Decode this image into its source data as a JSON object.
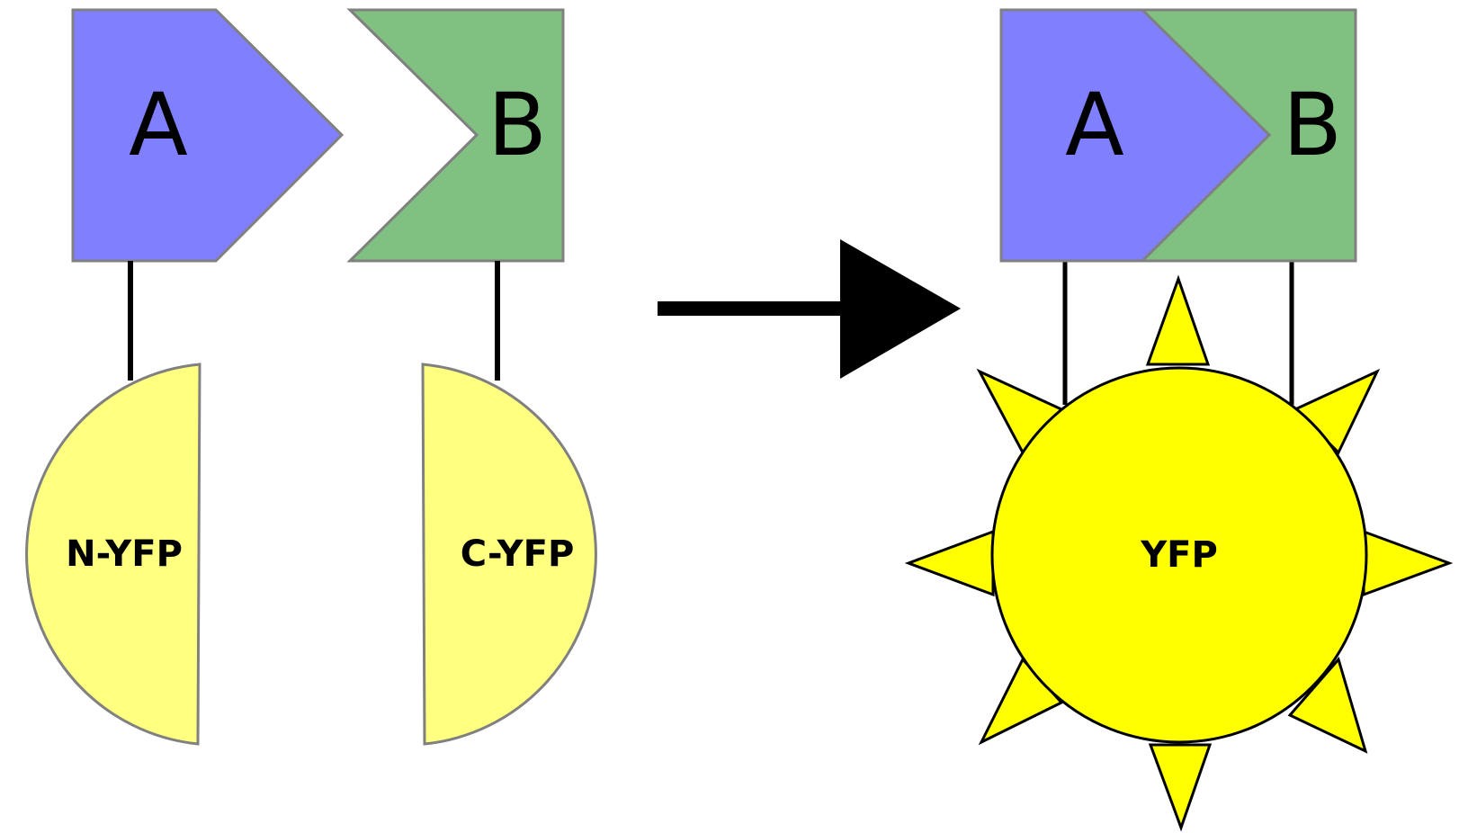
{
  "before": {
    "protein_a_label": "A",
    "protein_b_label": "B",
    "n_fragment_label": "N-YFP",
    "c_fragment_label": "C-YFP"
  },
  "after": {
    "protein_a_label": "A",
    "protein_b_label": "B",
    "complex_label": "YFP"
  },
  "colors": {
    "protein_a": "#8080ff",
    "protein_b": "#80c080",
    "split_fragment": "#ffff80",
    "reconstituted_yfp": "#ffff00",
    "outline": "#808080",
    "arrow": "#000000"
  }
}
